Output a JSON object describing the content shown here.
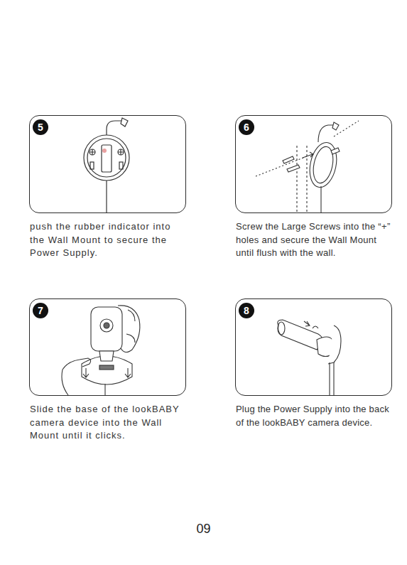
{
  "diagram": {
    "nodes": [
      {
        "text": [
          "push the rubber indicator into the Wall Mount to secure the Power Supply."
        ]
      },
      {
        "text": [
          "5"
        ],
        "in": 0
      },
      {
        "text": [
          "Screw the Large Screws into the “+” holes and secure the Wall Mount until flush with the wall."
        ]
      },
      {
        "text": [
          "6"
        ],
        "in": 2
      },
      {
        "text": [
          "Slide the base of the lookBABY camera device into the Wall Mount until it clicks."
        ]
      },
      {
        "text": [
          "7"
        ],
        "in": 4
      },
      {
        "text": [
          "Plug the Power Supply into the back of the lookBABY camera device."
        ]
      },
      {
        "text": [
          "8"
        ],
        "in": 6
      }
    ],
    "labels": [
      "09"
    ]
  }
}
